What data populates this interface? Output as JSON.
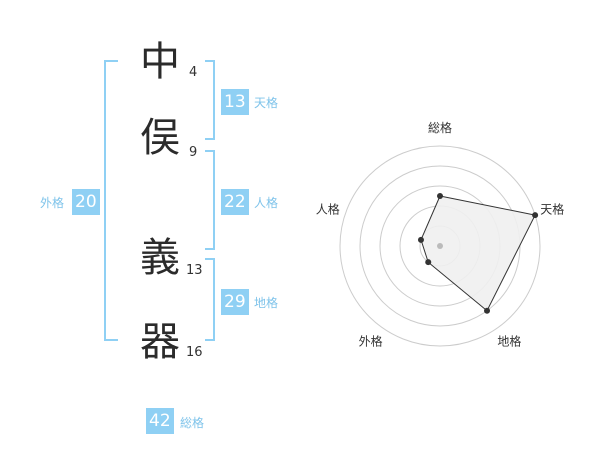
{
  "name_chars": [
    {
      "char": "中",
      "strokes": "4"
    },
    {
      "char": "俣",
      "strokes": "9"
    },
    {
      "char": "義",
      "strokes": "13"
    },
    {
      "char": "器",
      "strokes": "16"
    }
  ],
  "kaku": {
    "tenkaku": {
      "value": "13",
      "label": "天格"
    },
    "jinkaku": {
      "value": "22",
      "label": "人格"
    },
    "chikaku": {
      "value": "29",
      "label": "地格"
    },
    "gaikaku": {
      "value": "20",
      "label": "外格"
    },
    "soukaku": {
      "value": "42",
      "label": "総格"
    }
  },
  "colors": {
    "accent": "#8fd0f4",
    "label": "#7ec3ea",
    "grid": "#cccccc",
    "polygon_fill": "#f0f0f0",
    "polygon_stroke": "#333333"
  },
  "chart_data": {
    "type": "radar",
    "axes": [
      "総格",
      "天格",
      "地格",
      "外格",
      "人格"
    ],
    "values": [
      2.5,
      5,
      4,
      1,
      1
    ],
    "range": [
      0,
      5
    ],
    "rings": 5
  }
}
